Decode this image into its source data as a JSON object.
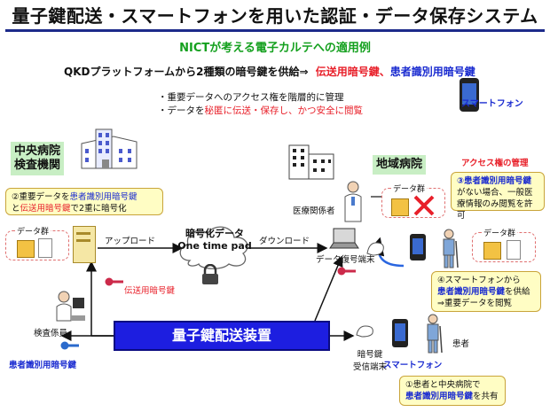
{
  "title": "量子鍵配送・スマートフォンを用いた認証・データ保存システム",
  "subtitle": "NICTが考える電子カルテへの適用例",
  "supply": {
    "prefix": "QKDプラットフォームから2種類の暗号鍵を供給⇒",
    "key1": "伝送用暗号鍵",
    "separator": "、",
    "key2": "患者識別用暗号鍵"
  },
  "bullets": {
    "line1": "・重要データへのアクセス権を階層的に管理",
    "line2_prefix": "・データを",
    "line2_red": "秘匿に伝送・保存し、かつ安全に閲覧"
  },
  "smartphone_top_label": "スマートフォン",
  "central_hospital": {
    "line1": "中央病院",
    "line2": "検査機関"
  },
  "box2": {
    "prefix": "②重要データを",
    "key2": "患者識別用暗号鍵",
    "mid": "と",
    "key1": "伝送用暗号鍵",
    "suffix": "で2重に暗号化"
  },
  "data_group_label": "データ群",
  "upload_label": "アップロード",
  "download_label": "ダウンロード",
  "cloud": {
    "line1": "暗号化データ",
    "line2": "One time pad"
  },
  "transmission_key_label": "伝送用暗号鍵",
  "data_restore_terminal": "データ復号端末",
  "medical_staff": "医療関係者",
  "regional_hospital": "地域病院",
  "access_title": "アクセス権の管理",
  "box3": {
    "key2": "③患者識別用暗号鍵",
    "rest": "がない場合、一般医療情報のみ閲覧を許可"
  },
  "box4": {
    "line1": "④スマートフォンから",
    "key2": "患者識別用暗号鍵",
    "line2": "を供給",
    "line3": "⇒重要データを閲覧"
  },
  "inspector": "検査係員",
  "patient_key_label": "患者識別用暗号鍵",
  "qkd_device": "量子鍵配送装置",
  "key_receiver": {
    "line1": "暗号鍵",
    "line2": "受信端末"
  },
  "smartphone_bottom_label": "スマートフォン",
  "patient": "患者",
  "box1": {
    "line1": "①患者と中央病院で",
    "key2": "患者識別用暗号鍵",
    "line2": "を共有"
  },
  "colors": {
    "red": "#e8202a",
    "blue": "#1a2bd0",
    "green": "#14a01e",
    "qkd_bar": "#1d1ee0"
  }
}
